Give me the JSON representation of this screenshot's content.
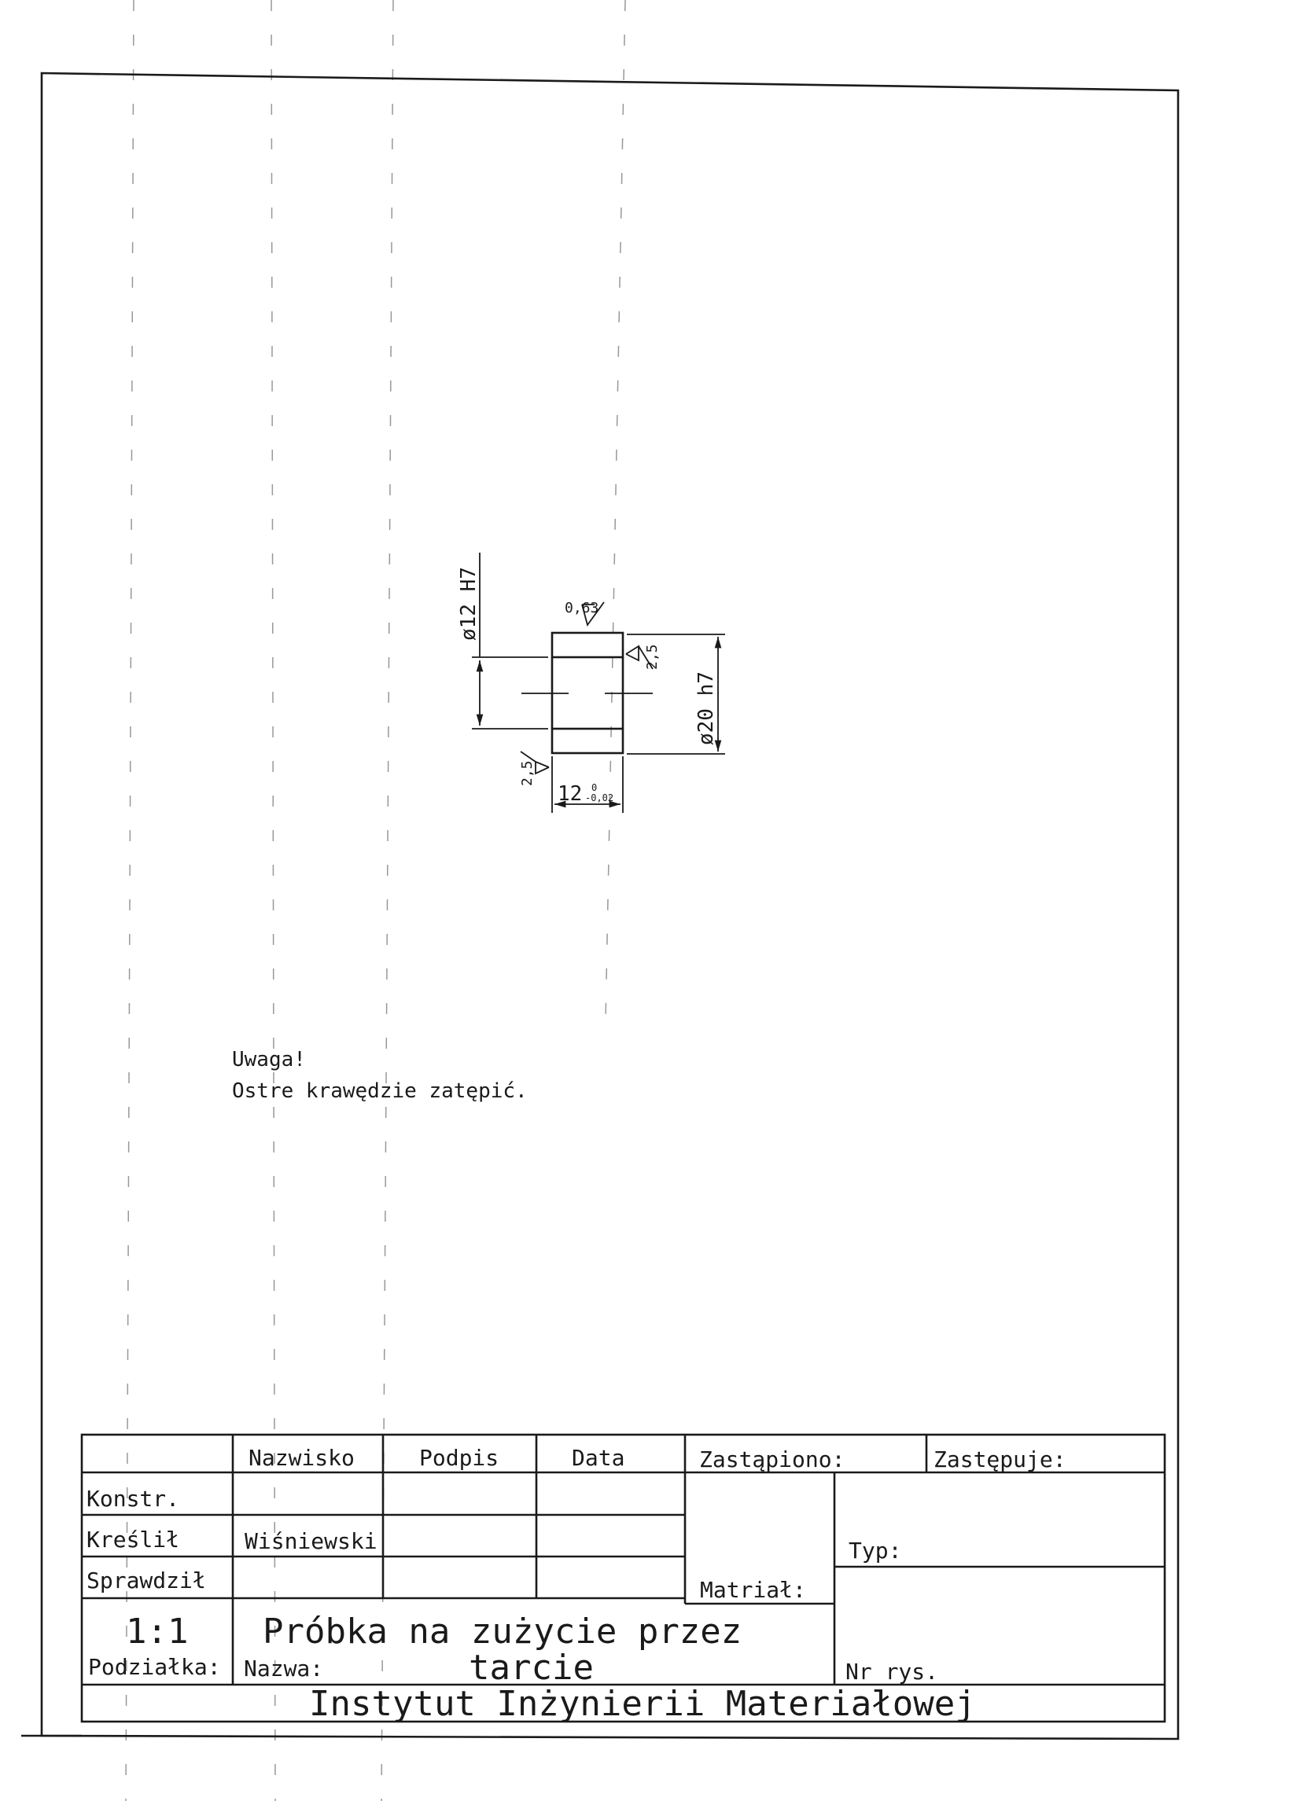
{
  "drawing": {
    "dim_inner": "ø12 H7",
    "dim_outer": "ø20 h7",
    "dim_length": "12",
    "tol_upper": "0",
    "tol_lower": "-0,02",
    "roughness_top": "0,63",
    "roughness_right": "2,5",
    "roughness_left": "2,5"
  },
  "notes": {
    "title": "Uwaga!",
    "text": "Ostre krawędzie zatępić."
  },
  "title_block": {
    "headers": [
      "Nazwisko",
      "Podpis",
      "Data",
      "Zastąpiono:",
      "Zastępuje:"
    ],
    "rows": [
      {
        "label": "Konstr.",
        "name": ""
      },
      {
        "label": "Kreślił",
        "name": "Wiśniewski"
      },
      {
        "label": "Sprawdził",
        "name": ""
      }
    ],
    "material_label": "Matriał:",
    "type_label": "Typ:",
    "scale_value": "1:1",
    "scale_label": "Podziałka:",
    "name_label": "Nazwa:",
    "name_line1": "Próbka na zużycie przez",
    "name_line2": "tarcie",
    "drawing_no_label": "Nr rys.",
    "institute": "Instytut Inżynierii Materiałowej"
  }
}
